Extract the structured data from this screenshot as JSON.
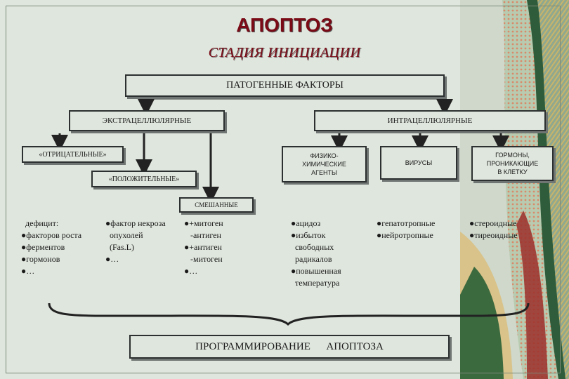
{
  "title": "АПОПТОЗ",
  "subtitle": "СТАДИЯ   ИНИЦИАЦИИ",
  "nodes": {
    "pathogenic": "ПАТОГЕННЫЕ ФАКТОРЫ",
    "extracellular": "ЭКСТРАЦЕЛЛЮЛЯРНЫЕ",
    "intracellular": "ИНТРАЦЕЛЛЮЛЯРНЫЕ",
    "negative": "«ОТРИЦАТЕЛЬНЫЕ»",
    "positive": "«ПОЛОЖИТЕЛЬНЫЕ»",
    "mixed": "СМЕШАННЫЕ",
    "physchem": "ФИЗИКО-\nХИМИЧЕСКИЕ\nАГЕНТЫ",
    "viruses": "ВИРУСЫ",
    "hormones": "ГОРМОНЫ,\nПРОНИКАЮЩИЕ\nВ КЛЕТКУ",
    "programming": "ПРОГРАММИРОВАНИЕ      АПОПТОЗА"
  },
  "lists": {
    "deficit": "  дефицит:\n●факторов роста\n●ферментов\n●гормонов\n●…",
    "tnf": "●фактор некроза\n  опухолей\n  (Fas.L)\n●…",
    "mitogen": "●+митоген\n   -антиген\n●+антиген\n   -митоген\n●…",
    "physchem": "●ацидоз\n●избыток\n  свободных\n  радикалов\n●повышенная\n  температура",
    "viruses": "●гепатотропные\n●нейротропные",
    "hormones": "●стероидные\n●тиреоидные"
  }
}
